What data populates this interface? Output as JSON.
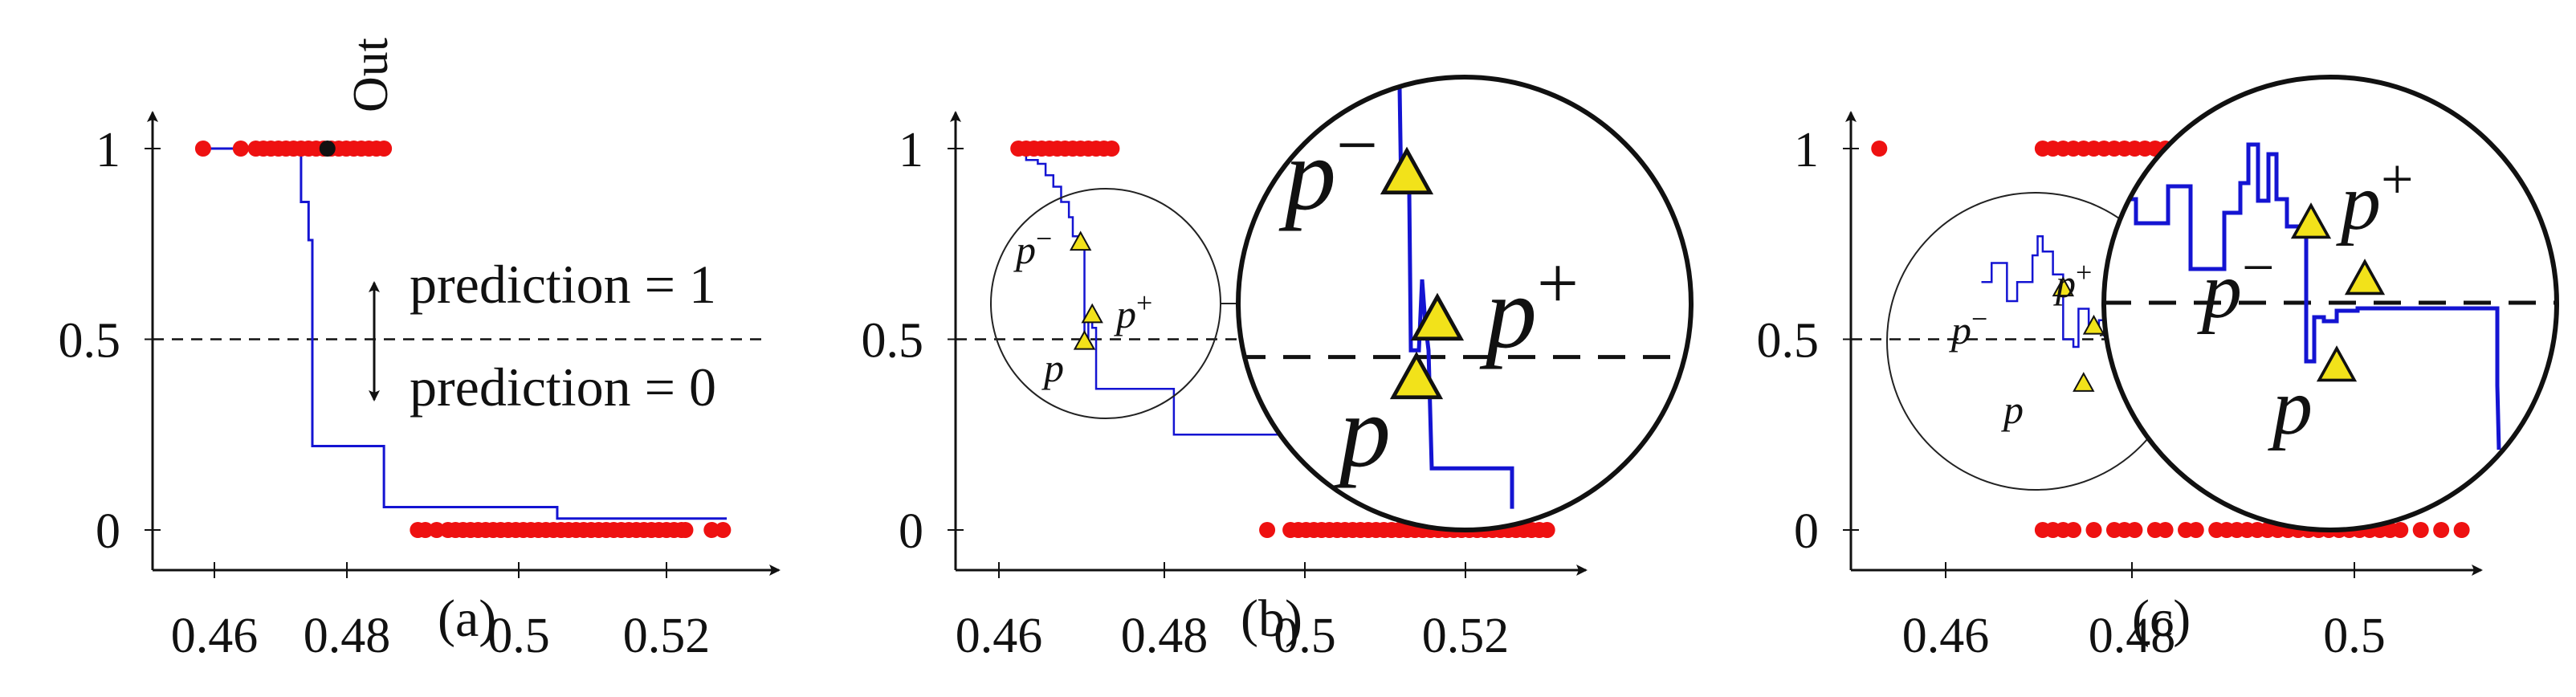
{
  "colors": {
    "curve": "#1414d2",
    "points": "#ee1111",
    "marker_fill": "#f2e21a",
    "axis": "#111111",
    "out_point": "#111111"
  },
  "chart_data": [
    {
      "type": "line",
      "panel_label": "(a)",
      "x_ticks": [
        "0.46",
        "0.48",
        "0.5",
        "0.52"
      ],
      "y_ticks": [
        "0",
        "0.5",
        "1"
      ],
      "xlim": [
        0.455,
        0.53
      ],
      "ylim": [
        -0.1,
        1.1
      ],
      "threshold": 0.5,
      "annotation_out": "Out",
      "out_point": [
        0.475,
        1
      ],
      "arrow_label_top": "prediction = 1",
      "arrow_label_bottom": "prediction = 0",
      "step_curve": [
        [
          0.459,
          1
        ],
        [
          0.4705,
          1
        ],
        [
          0.4715,
          0.86
        ],
        [
          0.4725,
          0.76
        ],
        [
          0.473,
          0.22
        ],
        [
          0.482,
          0.22
        ],
        [
          0.4825,
          0.06
        ],
        [
          0.505,
          0.06
        ],
        [
          0.5055,
          0.03
        ],
        [
          0.528,
          0.03
        ]
      ],
      "points_at_1": [
        0.4585,
        0.4635,
        0.4655,
        0.4665,
        0.4675,
        0.4685,
        0.4695,
        0.4705,
        0.4715,
        0.4725,
        0.4735,
        0.4745,
        0.4755,
        0.4765,
        0.4775,
        0.4785,
        0.4795,
        0.4805,
        0.4815,
        0.4825
      ],
      "points_at_0": [
        0.487,
        0.488,
        0.4895,
        0.491,
        0.492,
        0.493,
        0.494,
        0.495,
        0.496,
        0.497,
        0.498,
        0.499,
        0.5,
        0.501,
        0.502,
        0.503,
        0.504,
        0.505,
        0.506,
        0.507,
        0.508,
        0.509,
        0.51,
        0.511,
        0.512,
        0.513,
        0.514,
        0.515,
        0.516,
        0.517,
        0.518,
        0.519,
        0.52,
        0.521,
        0.522,
        0.5225,
        0.526,
        0.5275
      ]
    },
    {
      "type": "line",
      "panel_label": "(b)",
      "x_ticks": [
        "0.46",
        "0.48",
        "0.5",
        "0.52"
      ],
      "y_ticks": [
        "0",
        "0.5",
        "1"
      ],
      "xlim": [
        0.455,
        0.537
      ],
      "ylim": [
        -0.1,
        1.1
      ],
      "threshold": 0.5,
      "step_curve": [
        [
          0.4625,
          1
        ],
        [
          0.4635,
          0.97
        ],
        [
          0.465,
          0.96
        ],
        [
          0.466,
          0.93
        ],
        [
          0.467,
          0.9
        ],
        [
          0.468,
          0.86
        ],
        [
          0.469,
          0.82
        ],
        [
          0.4695,
          0.77
        ],
        [
          0.4705,
          0.75
        ],
        [
          0.471,
          0.5
        ],
        [
          0.4715,
          0.56
        ],
        [
          0.472,
          0.53
        ],
        [
          0.4725,
          0.37
        ],
        [
          0.482,
          0.37
        ],
        [
          0.4825,
          0.25
        ],
        [
          0.496,
          0.25
        ]
      ],
      "markers": [
        {
          "label": "p−",
          "x": 0.4705,
          "y": 0.75
        },
        {
          "label": "p+",
          "x": 0.472,
          "y": 0.56
        },
        {
          "label": "p",
          "x": 0.471,
          "y": 0.49
        }
      ],
      "marker_label_minus": "p",
      "marker_label_minus_sup": "−",
      "marker_label_plus": "p",
      "marker_label_plus_sup": "+",
      "marker_label_p": "p",
      "points_at_1": [
        0.4625,
        0.4635,
        0.4645,
        0.4655,
        0.4665,
        0.4675,
        0.4685,
        0.4695,
        0.4705,
        0.4715,
        0.4725,
        0.4735,
        0.4745
      ],
      "points_at_0": [
        0.4945,
        0.4975,
        0.4985,
        0.4995,
        0.5005,
        0.5015,
        0.5025,
        0.5035,
        0.5045,
        0.5055,
        0.5065,
        0.5075,
        0.5085,
        0.5095,
        0.5105,
        0.5115,
        0.5125,
        0.5135,
        0.5145,
        0.5155,
        0.5165,
        0.5175,
        0.5185,
        0.5195,
        0.5205,
        0.5215,
        0.5225,
        0.5235,
        0.5245,
        0.5255,
        0.5265,
        0.5275,
        0.5285,
        0.5295,
        0.5305
      ]
    },
    {
      "type": "line",
      "panel_label": "(c)",
      "x_ticks": [
        "0.46",
        "0.48",
        "0.5"
      ],
      "y_ticks": [
        "0",
        "0.5",
        "1"
      ],
      "xlim": [
        0.45,
        0.514
      ],
      "ylim": [
        -0.1,
        1.1
      ],
      "threshold": 0.5,
      "step_curve": [
        [
          0.4635,
          0.65
        ],
        [
          0.4645,
          0.7
        ],
        [
          0.466,
          0.6
        ],
        [
          0.467,
          0.65
        ],
        [
          0.4685,
          0.72
        ],
        [
          0.469,
          0.77
        ],
        [
          0.4695,
          0.73
        ],
        [
          0.4705,
          0.67
        ],
        [
          0.4715,
          0.5
        ],
        [
          0.4725,
          0.48
        ],
        [
          0.473,
          0.58
        ],
        [
          0.474,
          0.52
        ],
        [
          0.475,
          0.55
        ],
        [
          0.4755,
          0.51
        ],
        [
          0.4775,
          0.5
        ]
      ],
      "markers": [
        {
          "label": "p−",
          "x": 0.4715,
          "y": 0.63
        },
        {
          "label": "p+",
          "x": 0.4745,
          "y": 0.53
        },
        {
          "label": "p",
          "x": 0.4735,
          "y": 0.38
        }
      ],
      "marker_label_minus": "p",
      "marker_label_minus_sup": "−",
      "marker_label_plus": "p",
      "marker_label_plus_sup": "+",
      "marker_label_p": "p",
      "points_at_1": [
        0.4535,
        0.4695,
        0.4705,
        0.4715,
        0.4725,
        0.4735,
        0.4745,
        0.4755,
        0.4765,
        0.4775,
        0.4785,
        0.4795,
        0.4805,
        0.4815,
        0.4825,
        0.4835,
        0.4845,
        0.4855,
        0.4865
      ],
      "points_at_0": [
        0.4695,
        0.4705,
        0.4715,
        0.4725,
        0.4745,
        0.4765,
        0.4775,
        0.4785,
        0.4805,
        0.4815,
        0.4835,
        0.4845,
        0.4865,
        0.4875,
        0.4885,
        0.4895,
        0.4905,
        0.4915,
        0.4925,
        0.4935,
        0.4945,
        0.4955,
        0.4965,
        0.4975,
        0.4985,
        0.4995,
        0.5005,
        0.5015,
        0.5025,
        0.5035,
        0.5045,
        0.5065,
        0.5085,
        0.5105
      ]
    }
  ]
}
